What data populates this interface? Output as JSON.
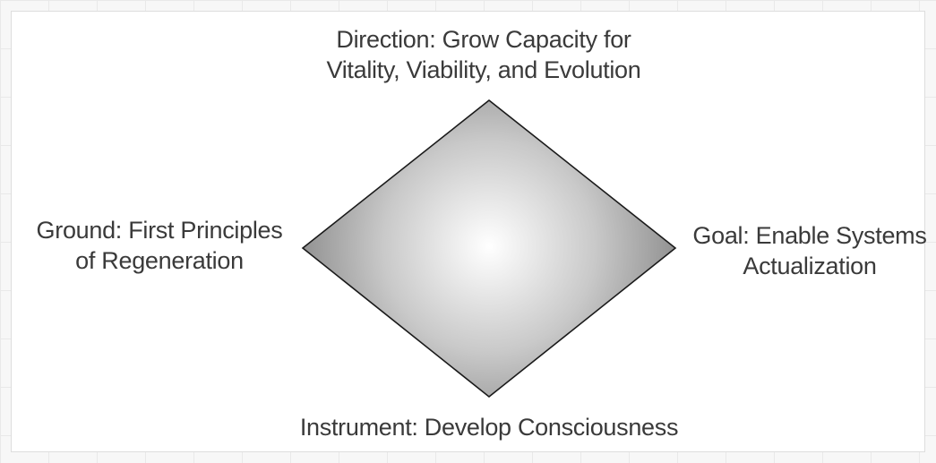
{
  "diagram": {
    "top_label": [
      "Direction: Grow Capacity for",
      "Vitality, Viability, and Evolution"
    ],
    "left_label": [
      "Ground: First Principles",
      "of Regeneration"
    ],
    "right_label": [
      "Goal: Enable Systems",
      "Actualization"
    ],
    "bottom_label": [
      "Instrument: Develop Consciousness"
    ],
    "colors": {
      "diamond_center": "#ffffff",
      "diamond_edge": "#8e8e8e",
      "diamond_stroke": "#1a1a1a",
      "text": "#3a3a3a"
    }
  }
}
